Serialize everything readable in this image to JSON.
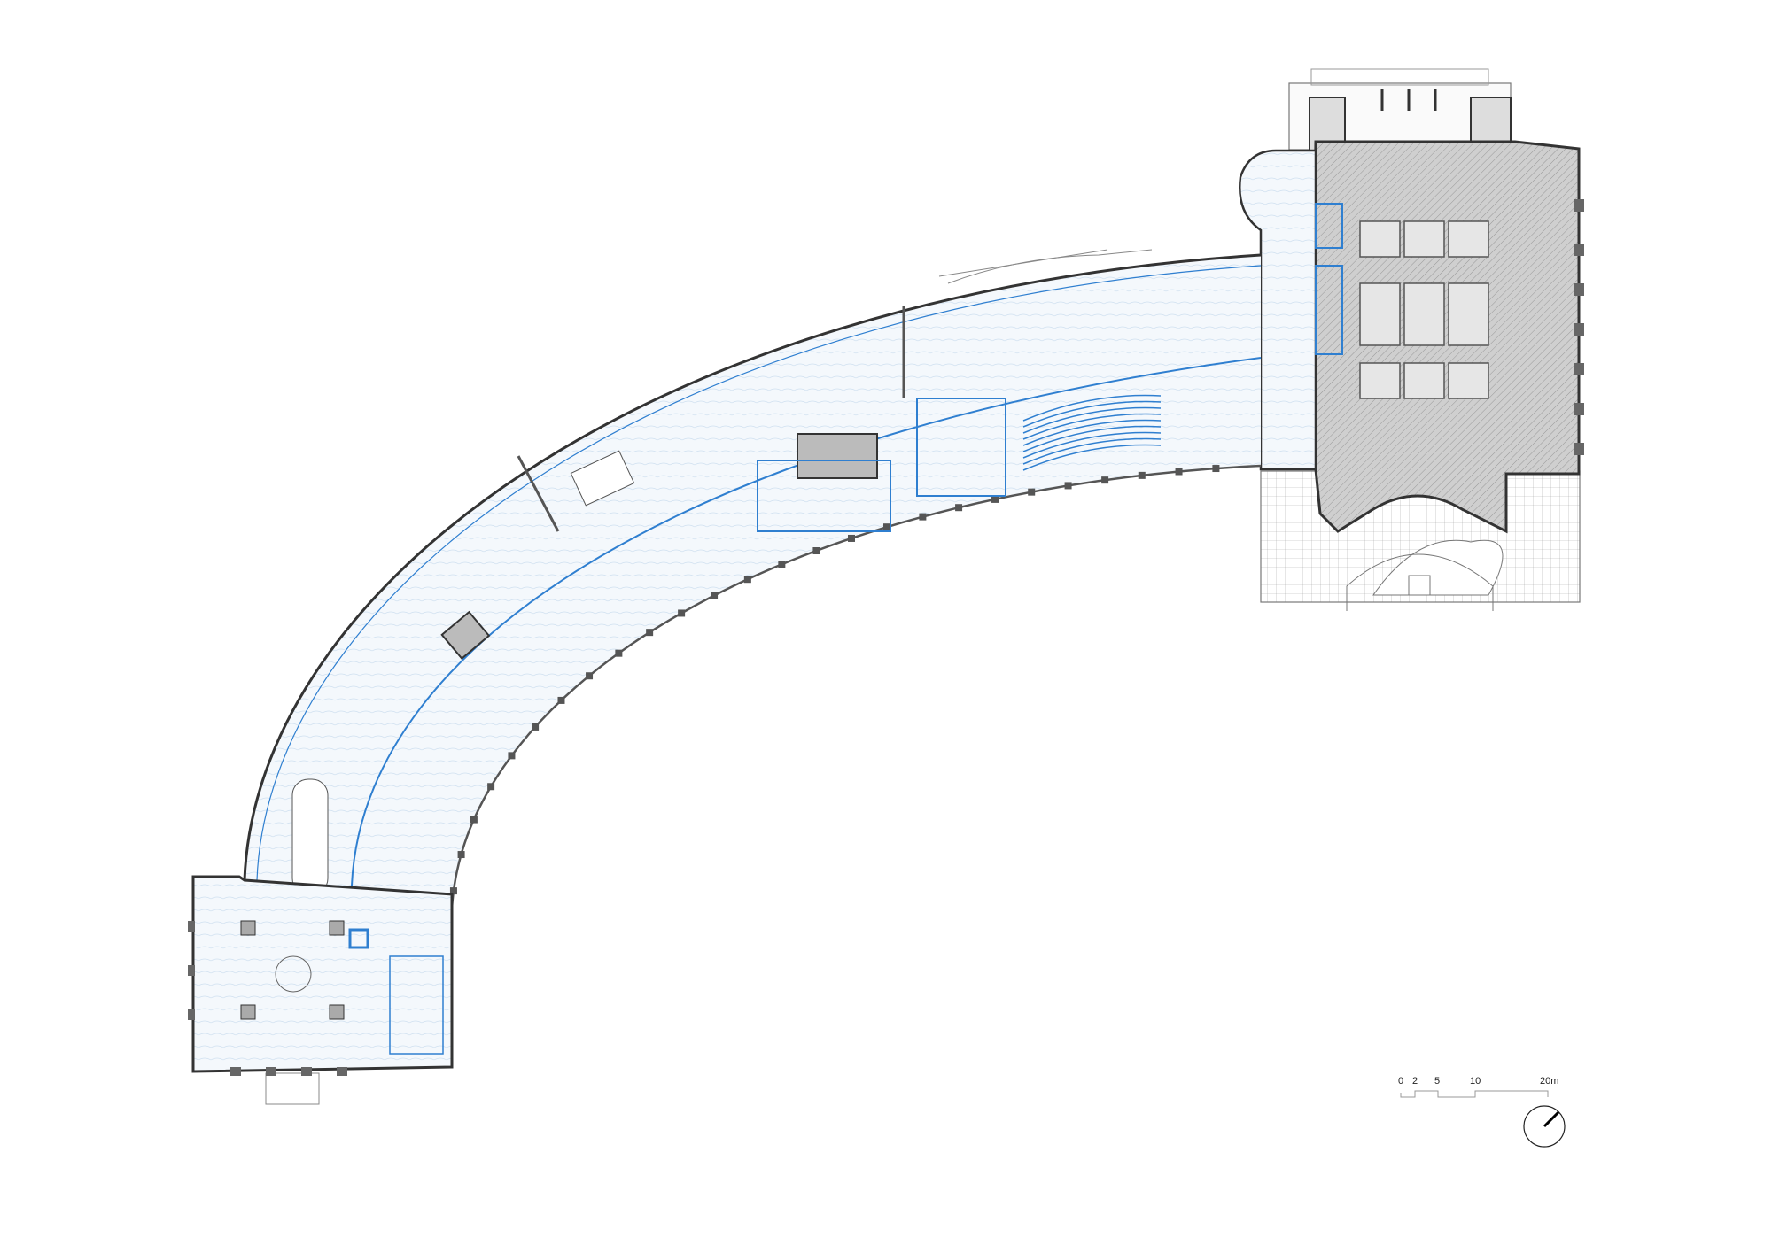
{
  "drawing": {
    "type": "architectural floor plan",
    "colors": {
      "wall": "#333333",
      "new_work": "#2f7fd0",
      "new_fill": "#eef5fc",
      "existing_fill": "#c8c8c8",
      "hatch": "#999999"
    }
  },
  "scale_bar": {
    "labels": [
      "0",
      "2",
      "5",
      "10",
      "20m"
    ]
  },
  "north_arrow": {
    "icon": "north-arrow-icon"
  }
}
